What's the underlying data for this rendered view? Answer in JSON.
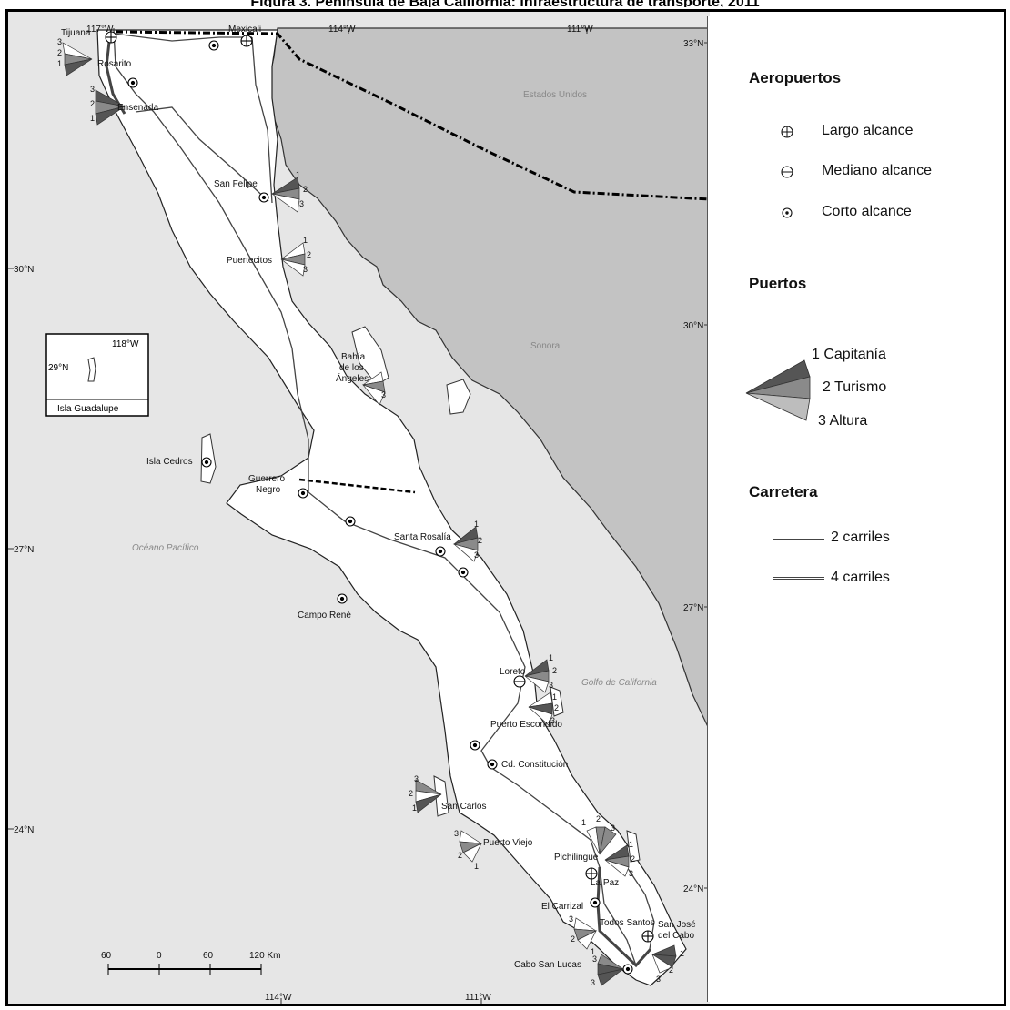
{
  "figure_title": "Figura 3. Península de Baja California: infraestructura de transporte, 2011",
  "map": {
    "graticule": {
      "top": [
        "117°W",
        "114°W",
        "111°W"
      ],
      "bottom": [
        "114°W",
        "111°W"
      ],
      "left": [
        "30°N",
        "27°N",
        "24°N"
      ],
      "right": [
        "33°N",
        "30°N",
        "27°N",
        "24°N"
      ]
    },
    "regions": {
      "usa": "Estados Unidos",
      "sonora": "Sonora",
      "ocean": "Océano Pacífico",
      "gulf": "Golfo de California"
    },
    "inset": {
      "lon": "118°W",
      "lat": "29°N",
      "label": "Isla Guadalupe"
    },
    "scale": {
      "ticks": [
        "60",
        "0",
        "60",
        "120 Km"
      ]
    },
    "places": {
      "tijuana": "Tijuana",
      "mexicali": "Mexicali",
      "rosarito": "Rosarito",
      "ensenada": "Ensenada",
      "san_felipe": "San Felipe",
      "puertecitos": "Puertecitos",
      "bahia_l1": "Bahía",
      "bahia_l2": "de los",
      "bahia_l3": "Ángeles",
      "isla_cedros": "Isla Cedros",
      "guerrero_l1": "Guerrero",
      "guerrero_l2": "Negro",
      "santa_rosalia": "Santa Rosalía",
      "campo_rene": "Campo René",
      "loreto": "Loreto",
      "puerto_escondido": "Puerto Escondido",
      "cd_constitucion": "Cd. Constitución",
      "san_carlos": "San Carlos",
      "puerto_viejo": "Puerto Viejo",
      "pichilingue": "Pichilingue",
      "la_paz": "La Paz",
      "el_carrizal": "El Carrizal",
      "todos_santos": "Todos Santos",
      "san_jose_l1": "San José",
      "san_jose_l2": "del Cabo",
      "cabo_san_lucas": "Cabo San Lucas"
    },
    "port_numbers": [
      "1",
      "2",
      "3"
    ]
  },
  "legend": {
    "airports_title": "Aeropuertos",
    "airports": [
      "Largo alcance",
      "Mediano alcance",
      "Corto alcance"
    ],
    "ports_title": "Puertos",
    "ports": [
      "1 Capitanía",
      "2 Turismo",
      "3 Altura"
    ],
    "road_title": "Carretera",
    "roads": [
      "2 carriles",
      "4 carriles"
    ]
  },
  "colors": {
    "sea": "#e6e6e6",
    "land": "#ffffff",
    "neighbor": "#c3c3c3",
    "capitania": "#555555",
    "turismo": "#8a8a8a",
    "altura": "#ffffff"
  }
}
